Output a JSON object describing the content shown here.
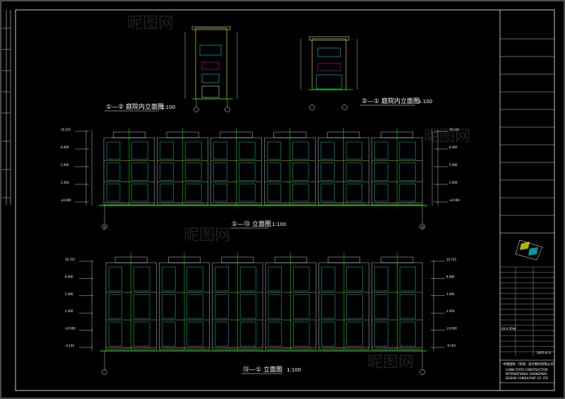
{
  "drawings": {
    "courtyard_2": {
      "title": "①—② 庭院内立面图",
      "scale": "1:100"
    },
    "courtyard_1": {
      "title": "②—① 庭院内立面图",
      "scale": "1:100"
    },
    "elev_1_13": {
      "title": "①—⑬ 立面图",
      "scale": "1:100"
    },
    "elev_13_1": {
      "title": "⑬—① 立面图",
      "scale": "1:100"
    }
  },
  "levels_upper": [
    "10.225",
    "8.400",
    "5.400",
    "2.450",
    "±0.000"
  ],
  "levels_lower": [
    "10.725",
    "8.400",
    "5.400",
    "2.450",
    "±0.000",
    "-0.150"
  ],
  "axis_labels": {
    "a1": "①",
    "a2": "②",
    "a13": "⑬"
  },
  "title_block": {
    "company_cn": "中建国际（深圳）设计顾问有限公司",
    "company_en1": "CHINA STATE CONSTRUCTION",
    "company_en2": "INTERNATIONAL (SHENZHEN)",
    "company_en3": "DESIGN CONSULTANT CO. LTD",
    "drawing_no": "04-0-3594",
    "date": "2005.8.31"
  },
  "watermark": "昵图网"
}
